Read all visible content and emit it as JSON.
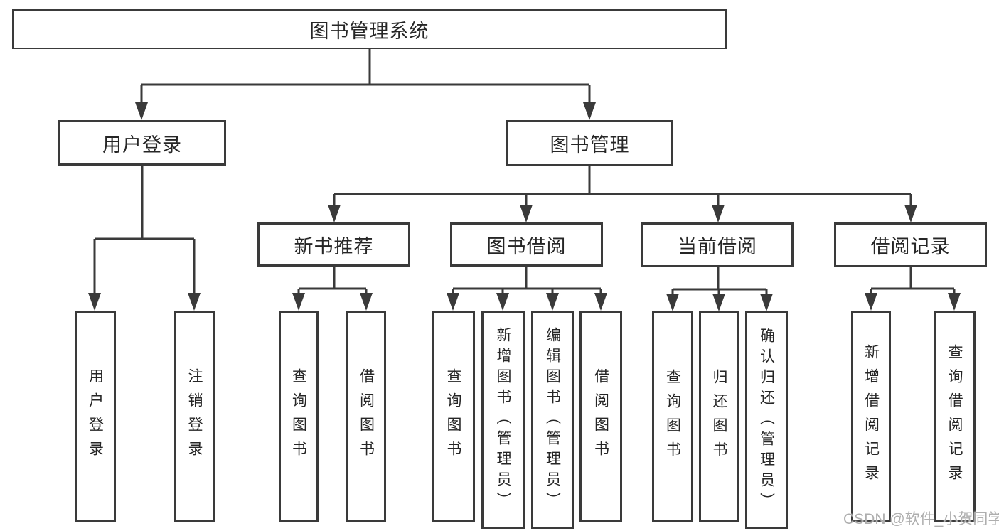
{
  "colors": {
    "line": "#3a3a3a",
    "text": "#262626",
    "background": "#ffffff",
    "watermark": "#aeaeae"
  },
  "diagram": {
    "root": {
      "label": "图书管理系统"
    },
    "level2": [
      {
        "label": "用户登录"
      },
      {
        "label": "图书管理"
      }
    ],
    "level3": [
      {
        "label": "新书推荐"
      },
      {
        "label": "图书借阅"
      },
      {
        "label": "当前借阅"
      },
      {
        "label": "借阅记录"
      }
    ],
    "leaves": {
      "user_login": [
        "用户登录",
        "注销登录"
      ],
      "new_book_recommend": [
        "查询图书",
        "借阅图书"
      ],
      "book_borrow": [
        "查询图书",
        "新增图书（管理员）",
        "编辑图书（管理员）",
        "借阅图书"
      ],
      "current_borrow": [
        "查询图书",
        "归还图书",
        "确认归还（管理员）"
      ],
      "borrow_record": [
        "新增借阅记录",
        "查询借阅记录"
      ]
    }
  },
  "watermark": {
    "text": "CSDN @软件_小贺同学"
  }
}
